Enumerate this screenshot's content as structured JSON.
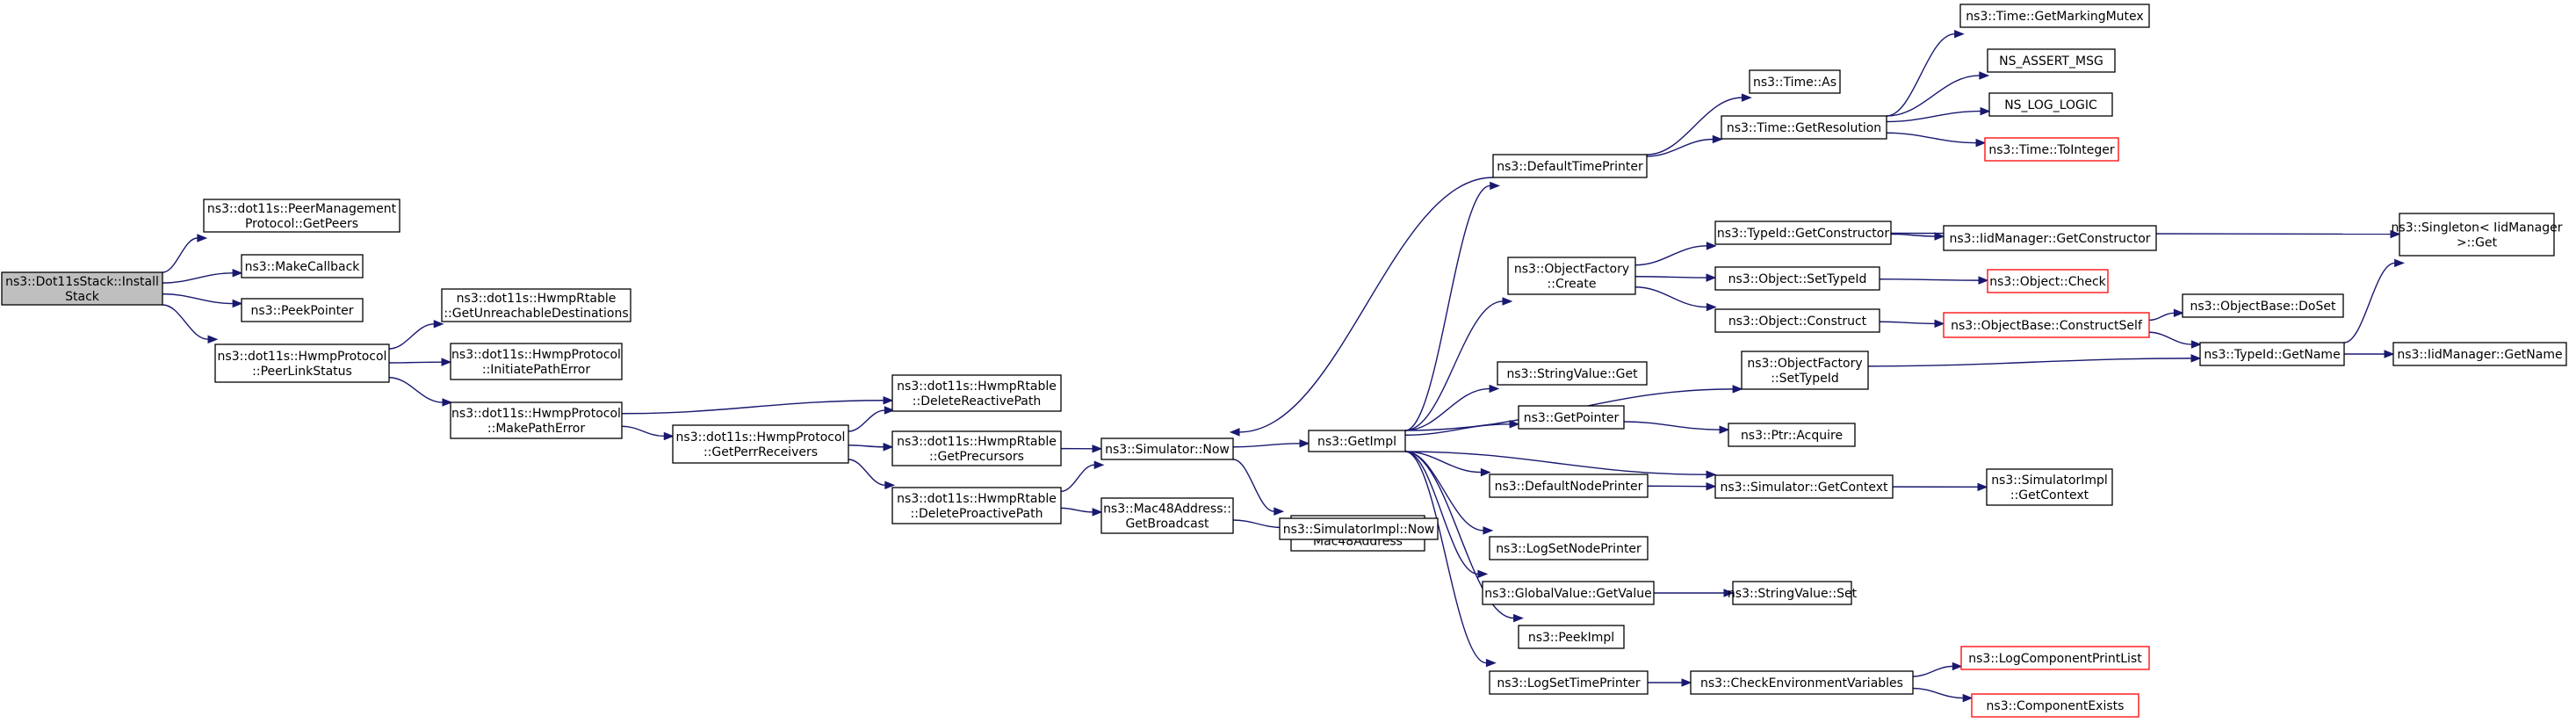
{
  "colors": {
    "edge": "#191970",
    "box_border": "#000000",
    "truncated_border": "#ff0000",
    "root_fill": "#bfbfbf"
  },
  "nodes": {
    "install_stack": [
      "ns3::Dot11sStack::Install",
      "Stack"
    ],
    "peer_mgmt_get_peers": [
      "ns3::dot11s::PeerManagement",
      "Protocol::GetPeers"
    ],
    "make_callback": [
      "ns3::MakeCallback"
    ],
    "peek_pointer": [
      "ns3::PeekPointer"
    ],
    "peer_link_status": [
      "ns3::dot11s::HwmpProtocol",
      "::PeerLinkStatus"
    ],
    "get_unreachable": [
      "ns3::dot11s::HwmpRtable",
      "::GetUnreachableDestinations"
    ],
    "initiate_path_error": [
      "ns3::dot11s::HwmpProtocol",
      "::InitiatePathError"
    ],
    "make_path_error": [
      "ns3::dot11s::HwmpProtocol",
      "::MakePathError"
    ],
    "get_perr_receivers": [
      "ns3::dot11s::HwmpProtocol",
      "::GetPerrReceivers"
    ],
    "delete_reactive": [
      "ns3::dot11s::HwmpRtable",
      "::DeleteReactivePath"
    ],
    "get_precursors": [
      "ns3::dot11s::HwmpRtable",
      "::GetPrecursors"
    ],
    "delete_proactive": [
      "ns3::dot11s::HwmpRtable",
      "::DeleteProactivePath"
    ],
    "simulator_now": [
      "ns3::Simulator::Now"
    ],
    "mac48_get_broadcast": [
      "ns3::Mac48Address::",
      "GetBroadcast"
    ],
    "mac48_ctor": [
      "ns3::Mac48Address::",
      "Mac48Address"
    ],
    "get_impl": [
      "ns3::GetImpl"
    ],
    "simulator_impl_now": [
      "ns3::SimulatorImpl::Now"
    ],
    "default_time_printer": [
      "ns3::DefaultTimePrinter"
    ],
    "time_as": [
      "ns3::Time::As"
    ],
    "time_get_resolution": [
      "ns3::Time::GetResolution"
    ],
    "time_get_marking_mutex": [
      "ns3::Time::GetMarkingMutex"
    ],
    "ns_assert_msg": [
      "NS_ASSERT_MSG"
    ],
    "ns_log_logic": [
      "NS_LOG_LOGIC"
    ],
    "time_to_integer": [
      "ns3::Time::ToInteger"
    ],
    "object_factory_create": [
      "ns3::ObjectFactory",
      "::Create"
    ],
    "typeid_get_constructor": [
      "ns3::TypeId::GetConstructor"
    ],
    "iid_get_constructor": [
      "ns3::IidManager::GetConstructor"
    ],
    "singleton_get": [
      "ns3::Singleton< IidManager",
      ">::Get"
    ],
    "object_set_type_id": [
      "ns3::Object::SetTypeId"
    ],
    "object_check": [
      "ns3::Object::Check"
    ],
    "object_construct": [
      "ns3::Object::Construct"
    ],
    "object_base_construct_self": [
      "ns3::ObjectBase::ConstructSelf"
    ],
    "object_base_doset": [
      "ns3::ObjectBase::DoSet"
    ],
    "object_factory_set_type_id": [
      "ns3::ObjectFactory",
      "::SetTypeId"
    ],
    "typeid_get_name": [
      "ns3::TypeId::GetName"
    ],
    "iid_get_name": [
      "ns3::IidManager::GetName"
    ],
    "string_value_get": [
      "ns3::StringValue::Get"
    ],
    "get_pointer": [
      "ns3::GetPointer"
    ],
    "ptr_acquire": [
      "ns3::Ptr::Acquire"
    ],
    "default_node_printer": [
      "ns3::DefaultNodePrinter"
    ],
    "simulator_get_context": [
      "ns3::Simulator::GetContext"
    ],
    "simulator_impl_get_context": [
      "ns3::SimulatorImpl",
      "::GetContext"
    ],
    "log_set_node_printer": [
      "ns3::LogSetNodePrinter"
    ],
    "global_value_get_value": [
      "ns3::GlobalValue::GetValue"
    ],
    "string_value_set": [
      "ns3::StringValue::Set"
    ],
    "peek_impl": [
      "ns3::PeekImpl"
    ],
    "log_set_time_printer": [
      "ns3::LogSetTimePrinter"
    ],
    "check_env_vars": [
      "ns3::CheckEnvironmentVariables"
    ],
    "log_component_print_list": [
      "ns3::LogComponentPrintList"
    ],
    "component_exists": [
      "ns3::ComponentExists"
    ]
  }
}
